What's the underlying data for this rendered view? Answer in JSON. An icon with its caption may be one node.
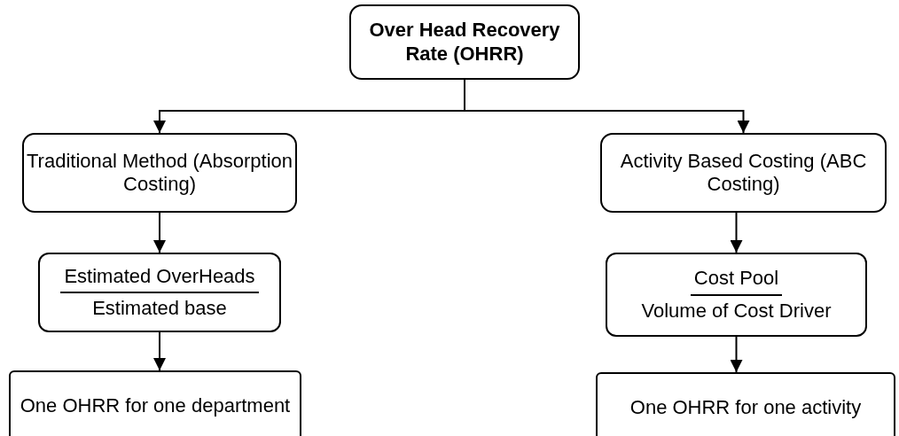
{
  "diagram": {
    "nodes": [
      {
        "text": [
          "Over Head Recovery Rate (OHRR)"
        ]
      },
      {
        "text": [
          "Traditional Method (Absorption Costing)"
        ]
      },
      {
        "text": [
          "Activity Based Costing (ABC Costing)"
        ]
      },
      {
        "text": [
          "Estimated OverHeads",
          "Estimated base"
        ]
      },
      {
        "text": [
          "Cost Pool",
          "Volume of Cost Driver"
        ]
      },
      {
        "text": [
          "One OHRR for one department"
        ]
      },
      {
        "text": [
          "One OHRR for one activity"
        ]
      }
    ],
    "edges": [
      {
        "from": 0,
        "to": 1,
        "arrow": "to"
      },
      {
        "from": 0,
        "to": 2,
        "arrow": "to"
      },
      {
        "from": 1,
        "to": 3,
        "arrow": "to"
      },
      {
        "from": 2,
        "to": 4,
        "arrow": "to"
      },
      {
        "from": 3,
        "to": 5,
        "arrow": "to"
      },
      {
        "from": 4,
        "to": 6,
        "arrow": "to"
      }
    ]
  }
}
